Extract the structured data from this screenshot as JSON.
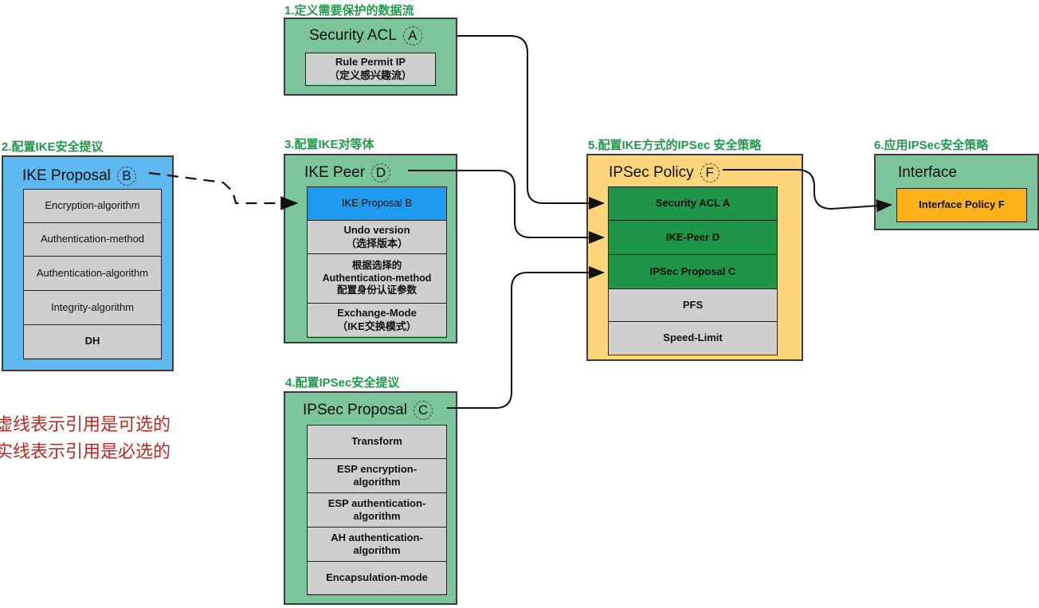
{
  "steps": {
    "s1": "1.定义需要保护的数据流",
    "s2": "2.配置IKE安全提议",
    "s3": "3.配置IKE对等体",
    "s4": "4.配置IPSec安全提议",
    "s5": "5.配置IKE方式的IPSec 安全策略",
    "s6": "6.应用IPSec安全策略"
  },
  "acl": {
    "title": "Security ACL",
    "badge": "A",
    "rule_line1": "Rule Permit IP",
    "rule_line2": "（定义感兴趣流）"
  },
  "ike_proposal": {
    "title": "IKE Proposal",
    "badge": "B",
    "items": [
      "Encryption-algorithm",
      "Authentication-method",
      "Authentication-algorithm",
      "Integrity-algorithm",
      "DH"
    ]
  },
  "ike_peer": {
    "title": "IKE Peer",
    "badge": "D",
    "items": [
      "IKE Proposal B",
      "Undo version\n（选择版本）",
      "根据选择的\nAuthentication-method\n配置身份认证参数",
      "Exchange-Mode\n（IKE交换模式）"
    ]
  },
  "ipsec_proposal": {
    "title": "IPSec Proposal",
    "badge": "C",
    "items": [
      "Transform",
      "ESP encryption-\nalgorithm",
      "ESP authentication-\nalgorithm",
      "AH authentication-\nalgorithm",
      "Encapsulation-mode"
    ]
  },
  "ipsec_policy": {
    "title": "IPSec Policy",
    "badge": "F",
    "items": [
      "Security ACL A",
      "IKE-Peer D",
      "IPSec Proposal C",
      "PFS",
      "Speed-Limit"
    ]
  },
  "interface": {
    "title": "Interface",
    "item": "Interface Policy F"
  },
  "legend": {
    "line1": "虚线表示引用是可选的",
    "line2": "实线表示引用是必选的"
  },
  "colors": {
    "green_box": "#7cc49a",
    "blue_box": "#5cb8ee",
    "yellow_box": "#fcd47a",
    "step_text": "#1f9a4a",
    "legend_text": "#c0271f",
    "highlight_blue": "#1e9bf0",
    "highlight_green": "#1f9547",
    "highlight_orange": "#fbb117",
    "item_gray": "#cfcfcf"
  }
}
